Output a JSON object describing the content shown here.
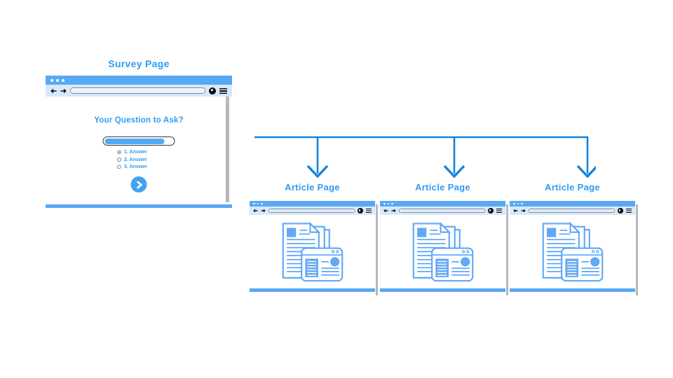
{
  "survey": {
    "page_label": "Survey Page",
    "question": "Your Question to Ask?",
    "progress_percent": 85,
    "answers": [
      {
        "label": "1. Answer",
        "selected": true
      },
      {
        "label": "2. Answer",
        "selected": false
      },
      {
        "label": "3. Answer",
        "selected": false
      }
    ]
  },
  "articles": [
    {
      "page_label": "Article Page"
    },
    {
      "page_label": "Article Page"
    },
    {
      "page_label": "Article Page"
    }
  ],
  "icons": {
    "window_dots": "●●●",
    "back_arrow": "←",
    "forward_arrow": "→",
    "profile": "●",
    "menu": "≡",
    "next_chevron": "❯",
    "radio_selected": "◉",
    "radio_unselected": "○",
    "flow_arrow": "↓"
  },
  "colors": {
    "titlebar_blue": "#57A9F4",
    "toolbar_blue": "#D7E8FB",
    "accent_text_blue": "#2E9BF3",
    "connector_blue": "#1583DB",
    "illustration_stroke": "#5EA7F7",
    "illustration_fill": "#62A8F5",
    "progress_fill": "#54A7F3",
    "shadow_gray": "#B3B9BE",
    "chrome_black": "#0E0E0E"
  }
}
